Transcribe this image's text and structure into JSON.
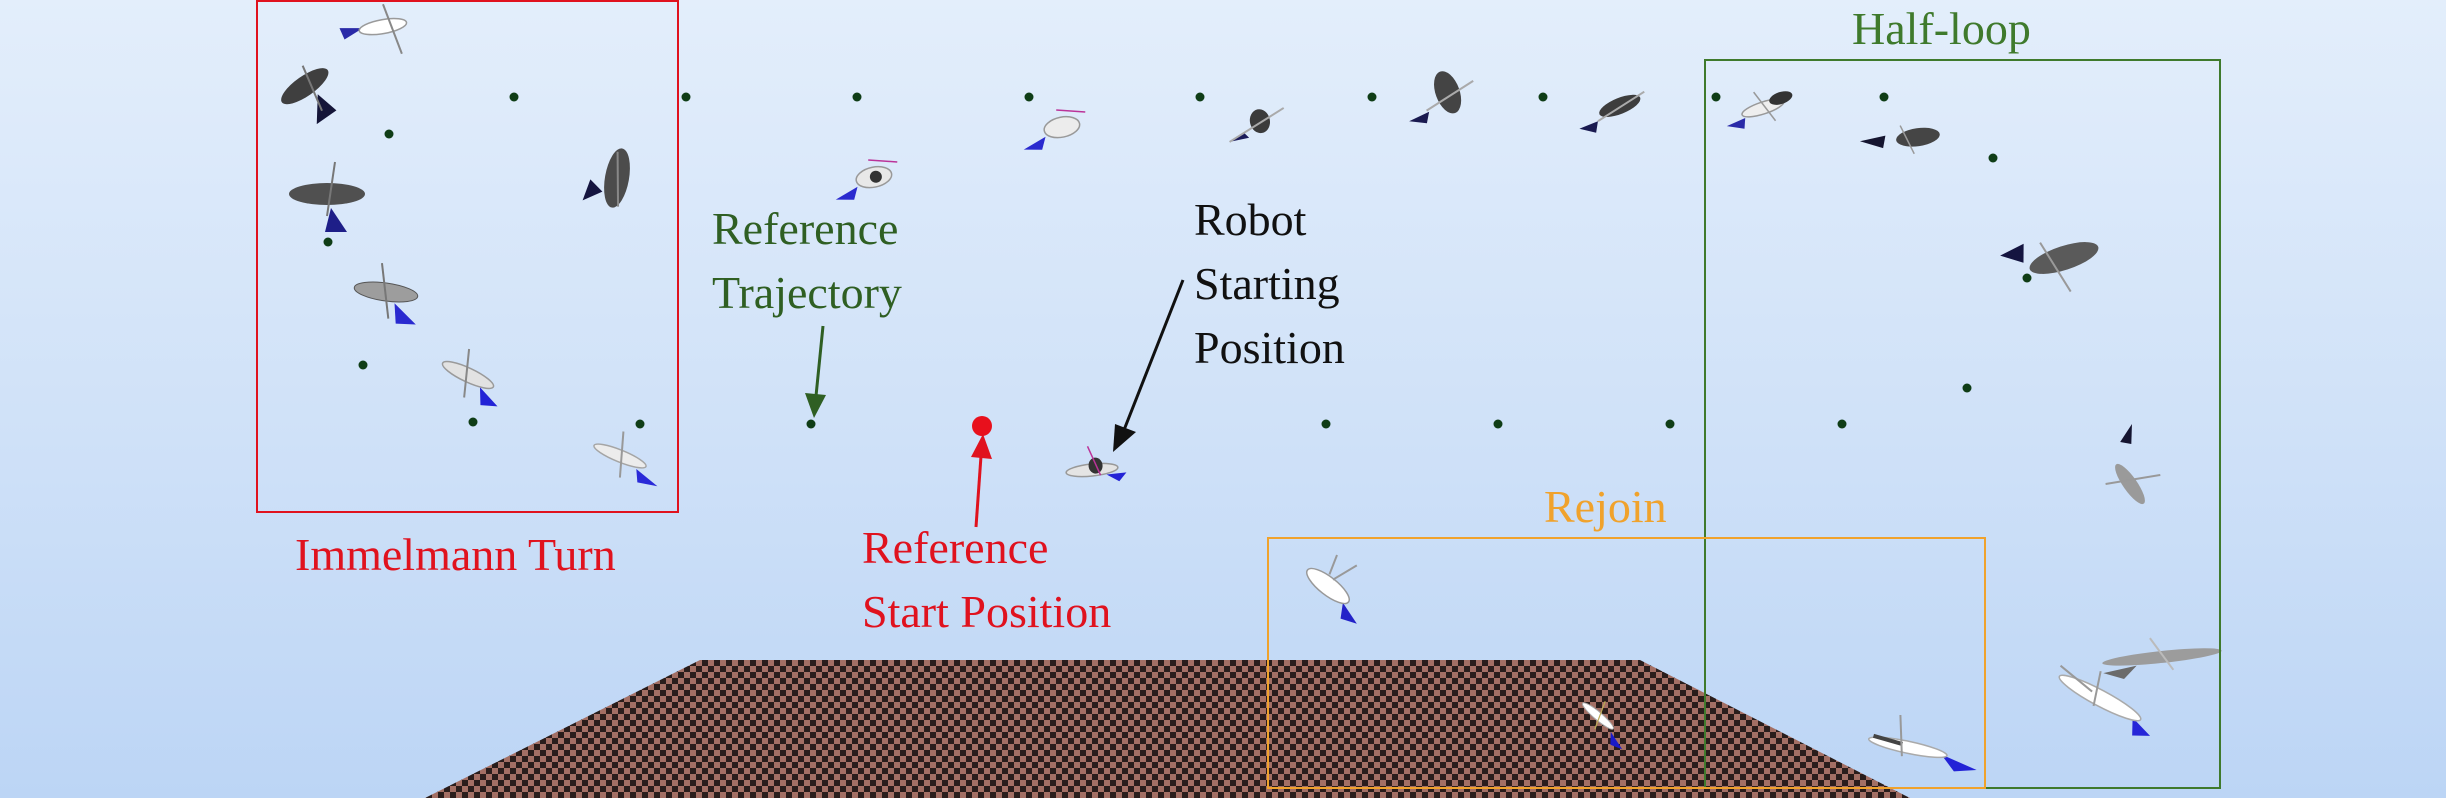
{
  "labels": {
    "immelmann_turn": "Immelmann Turn",
    "half_loop": "Half-loop",
    "rejoin": "Rejoin",
    "reference_trajectory_line1": "Reference",
    "reference_trajectory_line2": "Trajectory",
    "robot_start_line1": "Robot",
    "robot_start_line2": "Starting",
    "robot_start_line3": "Position",
    "reference_start_line1": "Reference",
    "reference_start_line2": "Start Position"
  },
  "colors": {
    "immelmann_box": "#e0121e",
    "half_loop_box": "#3f7a2c",
    "rejoin_box": "#f0a22c",
    "reference_start_marker": "#e8101c",
    "reference_trajectory_points": "#0f3d16",
    "robot_start_arrow": "#111111",
    "reference_trajectory_arrow": "#2f5f23",
    "sky_top": "#e3eefb",
    "sky_bottom": "#bcd5f5",
    "ground_dark": "#2a1d1b",
    "ground_light": "#a36f64"
  }
}
